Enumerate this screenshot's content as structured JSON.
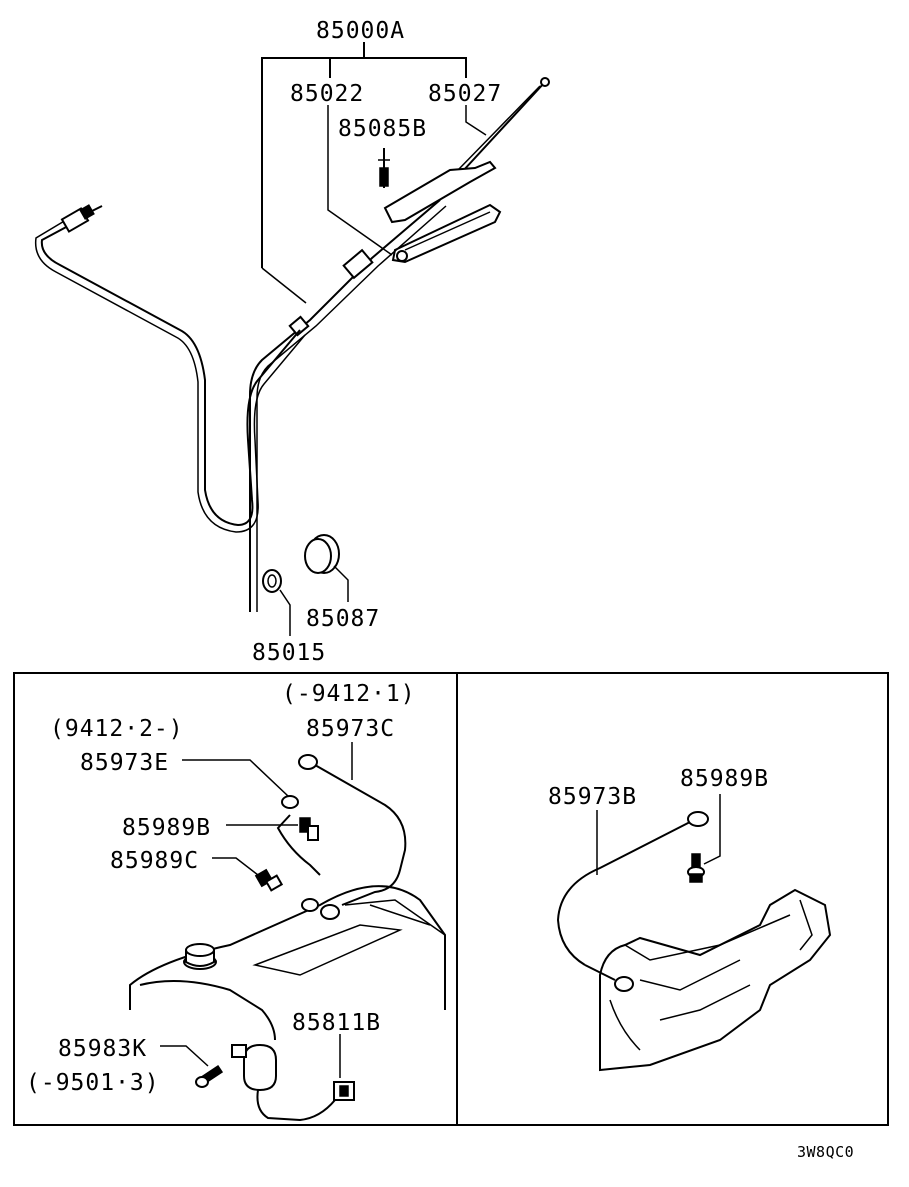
{
  "labels": {
    "assembly": "85000A",
    "p85022": "85022",
    "p85027": "85027",
    "p85085B": "85085B",
    "p85087": "85087",
    "p85015": "85015",
    "range_9412_1": "(-9412·1)",
    "range_9412_2": "(9412·2-)",
    "p85973C": "85973C",
    "p85973E": "85973E",
    "p85989B_left": "85989B",
    "p85989C": "85989C",
    "p85811B": "85811B",
    "p85983K": "85983K",
    "range_9501_3": "(-9501·3)",
    "p85973B": "85973B",
    "p85989B_right": "85989B",
    "diagram_code": "3W8QC0"
  }
}
